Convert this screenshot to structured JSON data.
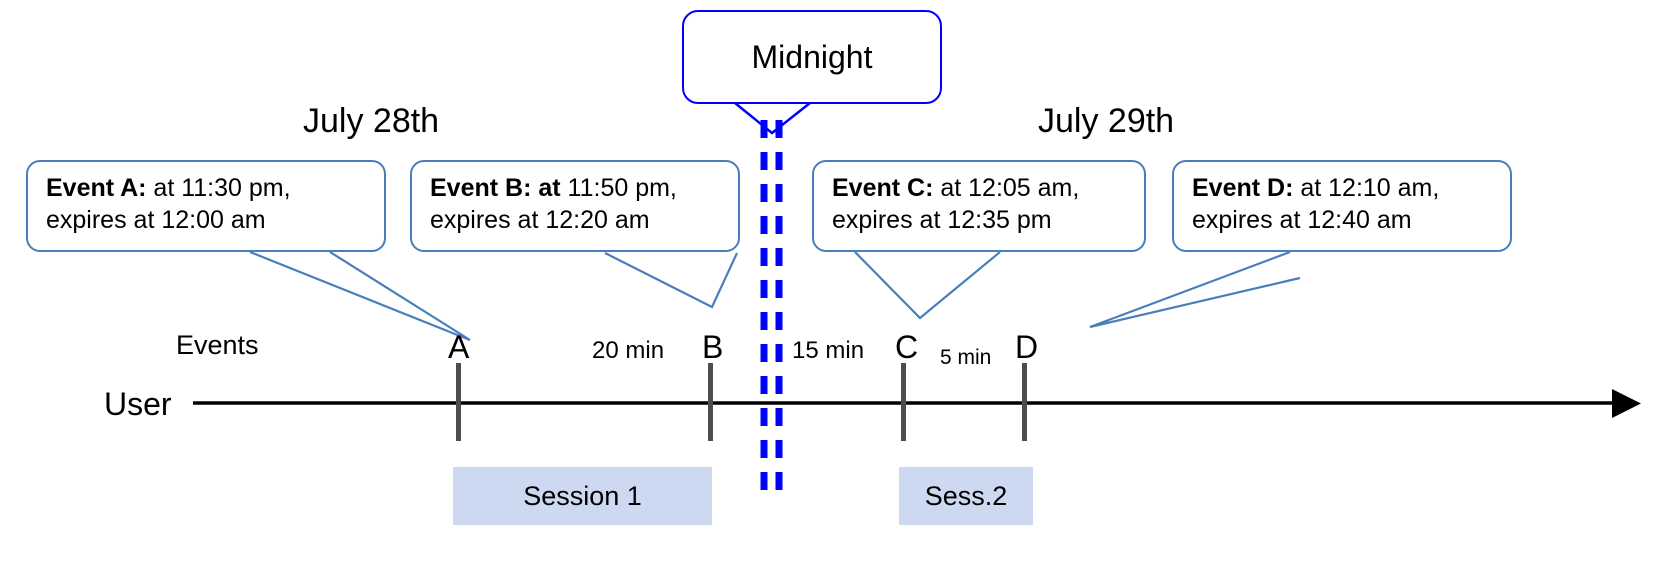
{
  "diagram": {
    "title_callout": {
      "label": "Midnight"
    },
    "date_headers": [
      {
        "label": "July 28th"
      },
      {
        "label": "July 29th"
      }
    ],
    "row_labels": {
      "events": "Events",
      "user": "User"
    },
    "event_callouts": [
      {
        "id": "A",
        "bold": "Event A:",
        "line1_rest": " at 11:30 pm,",
        "line2": "expires at 12:00 am"
      },
      {
        "id": "B",
        "bold": "Event B: at",
        "line1_rest": " 11:50 pm,",
        "line2": "expires at 12:20 am"
      },
      {
        "id": "C",
        "bold": "Event C:",
        "line1_rest": " at 12:05 am,",
        "line2": "expires at 12:35 pm"
      },
      {
        "id": "D",
        "bold": "Event D:",
        "line1_rest": "  at 12:10 am,",
        "line2": "expires at 12:40 am"
      }
    ],
    "event_markers": [
      {
        "letter": "A"
      },
      {
        "letter": "B"
      },
      {
        "letter": "C"
      },
      {
        "letter": "D"
      }
    ],
    "gap_labels": [
      {
        "label": "20 min"
      },
      {
        "label": "15 min"
      },
      {
        "label": "5 min"
      }
    ],
    "sessions": [
      {
        "label": "Session 1"
      },
      {
        "label": "Sess.2"
      }
    ],
    "colors": {
      "callout_border": "#4a7ebb",
      "midnight_line": "#0000ff",
      "session_fill": "#ccd9f0",
      "tick": "#4d4d4d",
      "axis": "#000000"
    }
  }
}
